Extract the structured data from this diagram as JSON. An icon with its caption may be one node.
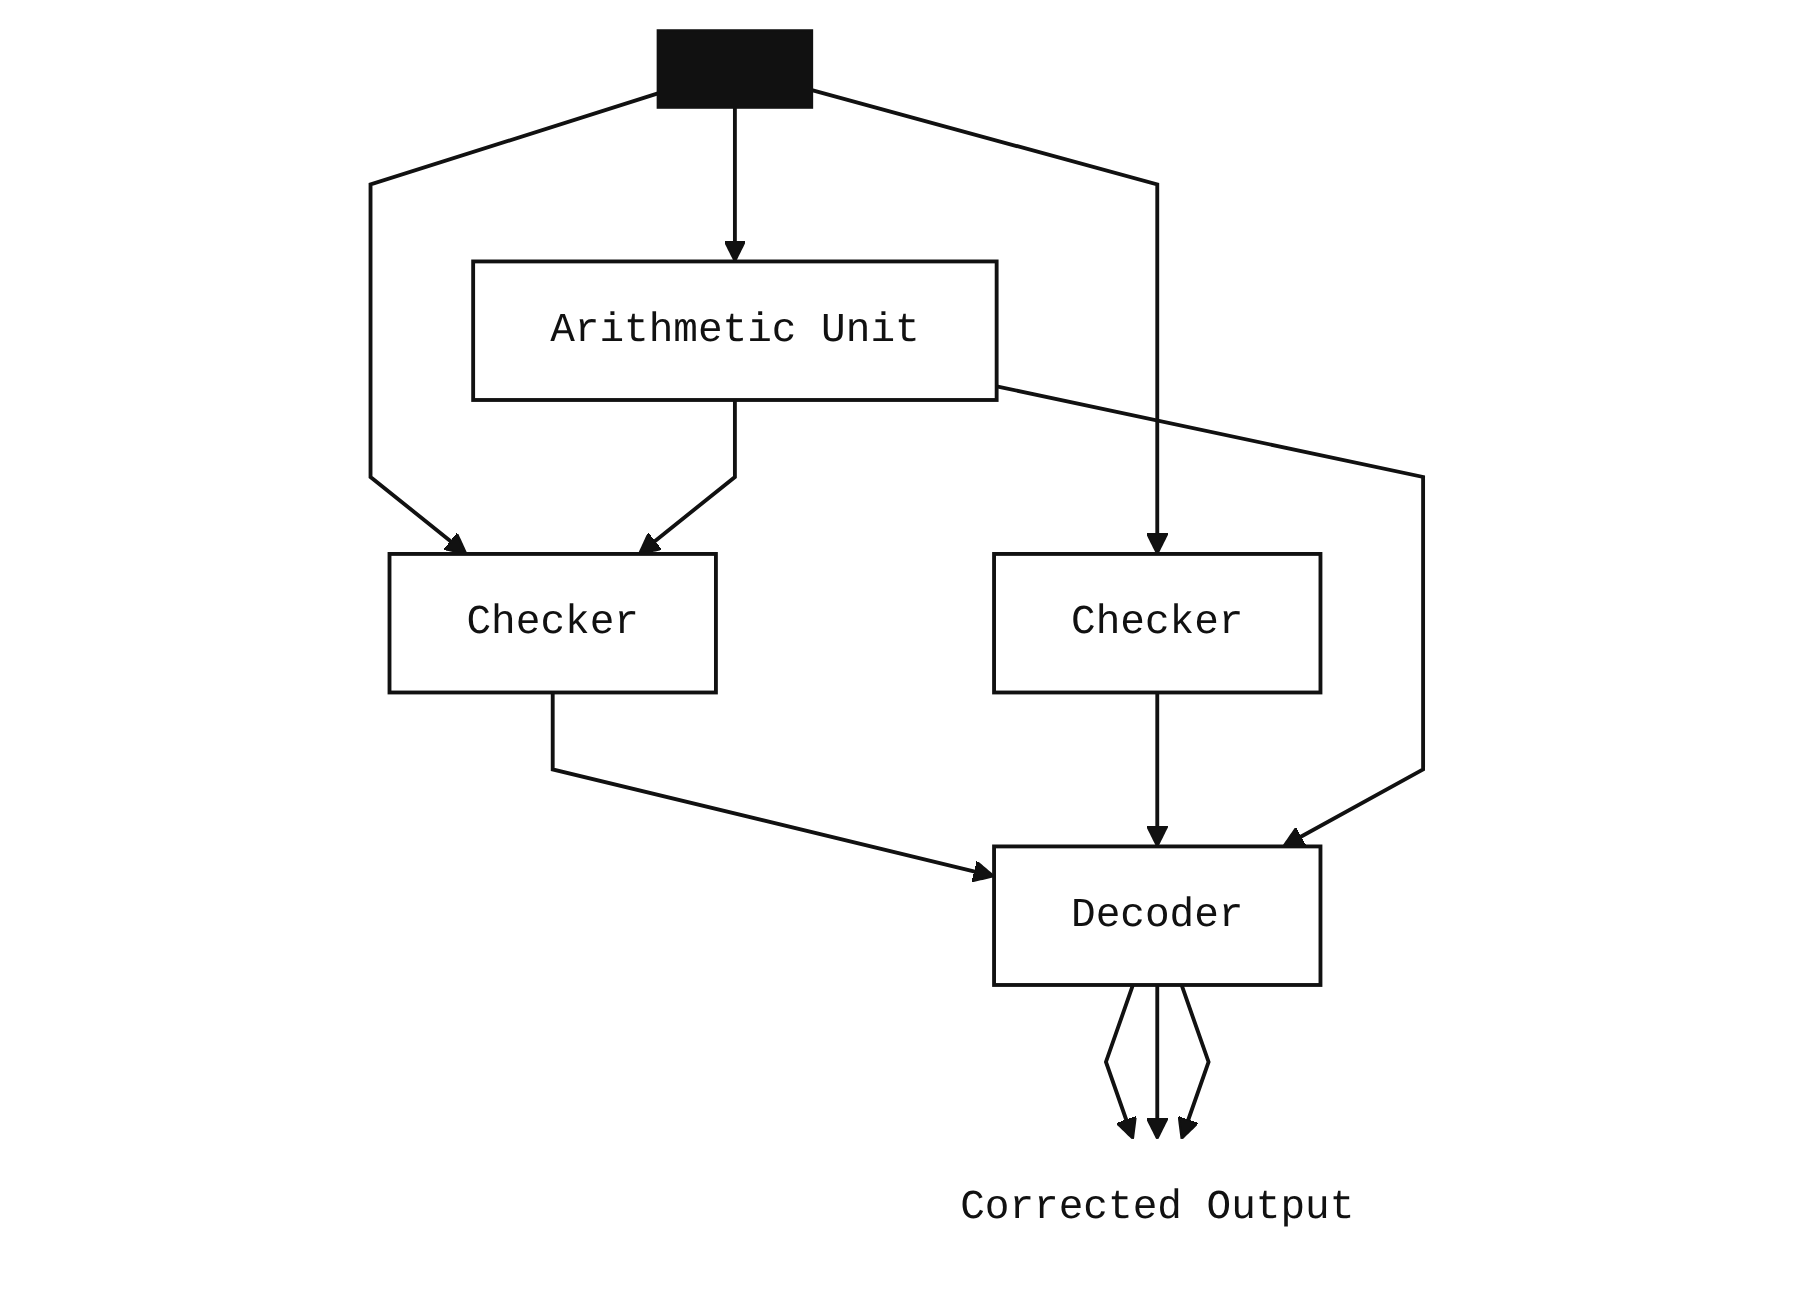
{
  "diagram": {
    "nodes": [
      {
        "text": [],
        "shape": "bar"
      },
      {
        "text": [
          "Checker"
        ]
      },
      {
        "text": [
          "Checker"
        ]
      },
      {
        "text": [
          "Arithmetic Unit"
        ]
      },
      {
        "text": [
          "Decoder"
        ]
      },
      {
        "text": [
          "Corrected Output"
        ]
      }
    ],
    "edges": [
      {
        "from": 0,
        "to": 2,
        "arrow": "to"
      },
      {
        "from": 0,
        "to": 1,
        "arrow": "to"
      },
      {
        "from": 0,
        "to": 3,
        "arrow": "to"
      },
      {
        "from": 3,
        "to": 2,
        "arrow": "to"
      },
      {
        "from": 2,
        "to": 4,
        "arrow": "to"
      },
      {
        "from": 1,
        "to": 4,
        "arrow": "to"
      },
      {
        "from": 3,
        "to": 4,
        "arrow": "to"
      },
      {
        "from": 4,
        "to": 5,
        "arrow": "to"
      },
      {
        "from": 4,
        "to": 5,
        "arrow": "to"
      },
      {
        "from": 4,
        "to": 5,
        "arrow": "to"
      }
    ]
  }
}
